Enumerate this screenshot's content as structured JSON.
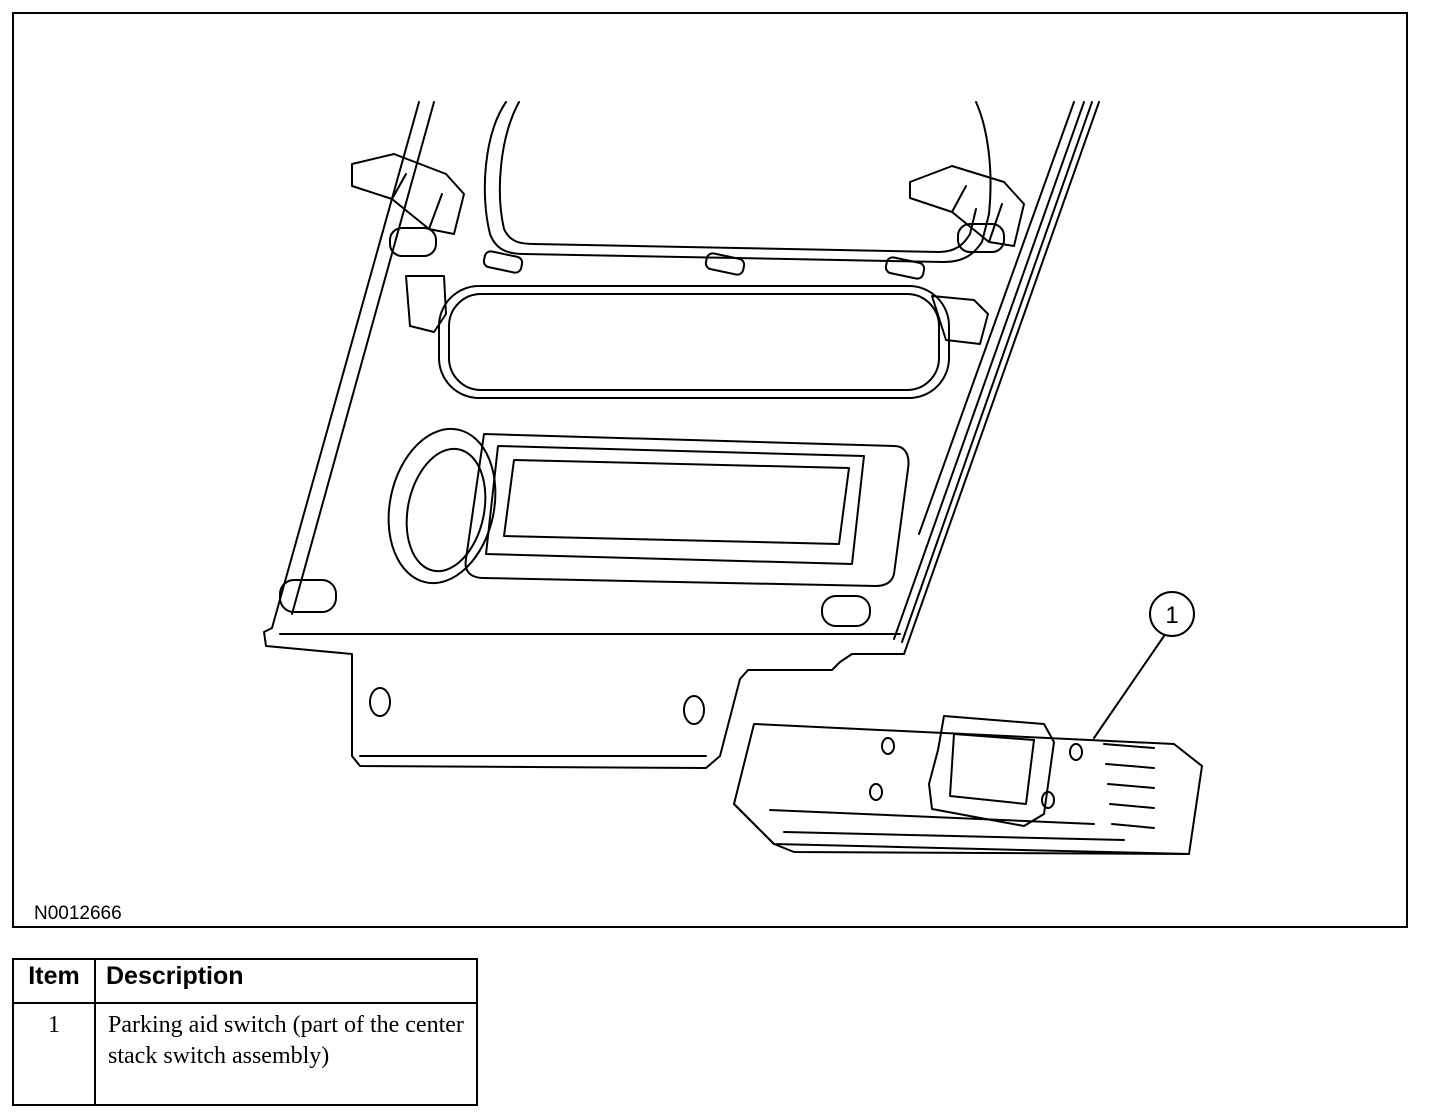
{
  "figure": {
    "id": "N0012666",
    "callouts": [
      {
        "label": "1"
      }
    ]
  },
  "legend": {
    "headers": {
      "item": "Item",
      "description": "Description"
    },
    "rows": [
      {
        "item": "1",
        "description": "Parking aid switch (part of the center stack switch assembly)"
      }
    ]
  },
  "colors": {
    "line": "#000000",
    "background": "#ffffff"
  }
}
